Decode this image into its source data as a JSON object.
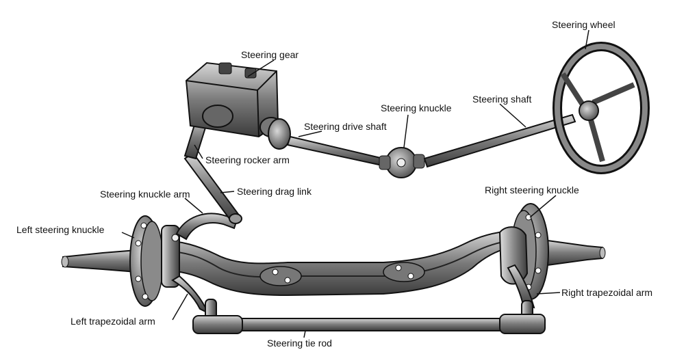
{
  "labels": {
    "steering_wheel": "Steering wheel",
    "steering_gear": "Steering gear",
    "steering_shaft": "Steering shaft",
    "steering_knuckle": "Steering knuckle",
    "steering_drive_shaft": "Steering drive shaft",
    "steering_rocker_arm": "Steering rocker arm",
    "steering_drag_link": "Steering drag link",
    "steering_knuckle_arm": "Steering knuckle arm",
    "right_steering_knuckle": "Right steering knuckle",
    "left_steering_knuckle": "Left steering knuckle",
    "right_trapezoidal_arm": "Right trapezoidal arm",
    "left_trapezoidal_arm": "Left trapezoidal arm",
    "steering_tie_rod": "Steering tie rod"
  },
  "colors": {
    "metal_dark": "#3a3a3a",
    "metal_mid": "#6e6e6e",
    "metal_light": "#bdbdbd",
    "line": "#111111"
  }
}
